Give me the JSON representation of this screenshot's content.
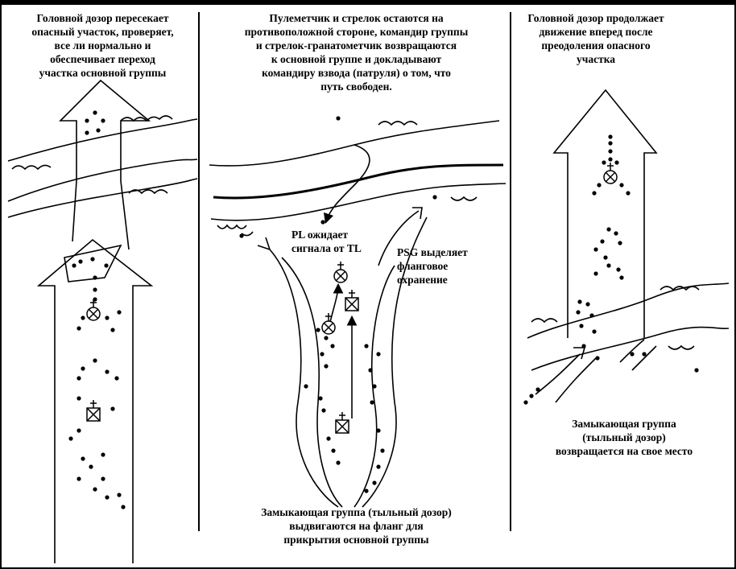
{
  "panels": [
    {
      "caption": "Головной дозор пересекает\nопасный участок, проверяет,\nвсе ли нормально и\nобеспечивает переход\nучастка основной группы"
    },
    {
      "caption": "Пулеметчик и стрелок остаются на\nпротивоположной стороне, командир группы\nи стрелок-гранатометчик  возвращаются\nк основной группе и докладывают\nкомандиру взвода (патруля) о том, что\nпуть свободен.",
      "label_pl": "PL ожидает\nсигнала от TL",
      "label_psg": "PSG выделяет\nфланговое\nохранение",
      "bottom_caption": "Замыкающая группа (тыльный дозор)\nвыдвигаются на фланг для\nприкрытия основной группы"
    },
    {
      "caption": "Головной дозор продолжает\nдвижение вперед после\nпреодоления опасного\nучастка",
      "bottom_caption": "Замыкающая группа\n(тыльный дозор)\nвозвращается на свое место"
    }
  ],
  "icons": [
    "leader-symbol-circle-x",
    "leader-symbol-square-x",
    "soldier-dot",
    "movement-arrow"
  ]
}
